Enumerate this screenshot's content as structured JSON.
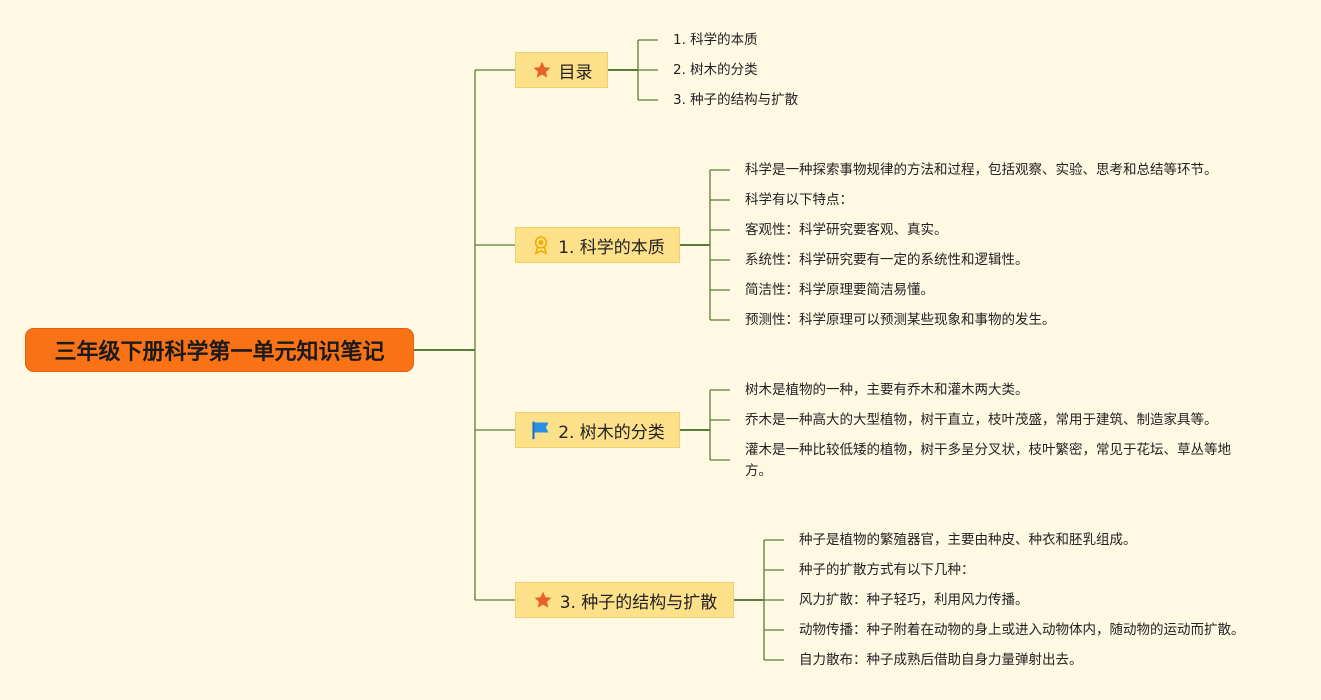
{
  "root": {
    "title": "三年级下册科学第一单元知识笔记"
  },
  "branches": [
    {
      "label": "目录",
      "icon": "star-icon",
      "leaves": [
        "1. 科学的本质",
        "2. 树木的分类",
        "3. 种子的结构与扩散"
      ]
    },
    {
      "label": "1. 科学的本质",
      "icon": "medal-icon",
      "leaves": [
        "科学是一种探索事物规律的方法和过程，包括观察、实验、思考和总结等环节。",
        "科学有以下特点：",
        "客观性：科学研究要客观、真实。",
        "系统性：科学研究要有一定的系统性和逻辑性。",
        "简洁性：科学原理要简洁易懂。",
        "预测性：科学原理可以预测某些现象和事物的发生。"
      ]
    },
    {
      "label": "2. 树木的分类",
      "icon": "flag-icon",
      "leaves": [
        "树木是植物的一种，主要有乔木和灌木两大类。",
        "乔木是一种高大的大型植物，树干直立，枝叶茂盛，常用于建筑、制造家具等。",
        "灌木是一种比较低矮的植物，树干多呈分叉状，枝叶繁密，常见于花坛、草丛等地方。"
      ]
    },
    {
      "label": "3. 种子的结构与扩散",
      "icon": "star-icon",
      "leaves": [
        "种子是植物的繁殖器官，主要由种皮、种衣和胚乳组成。",
        "种子的扩散方式有以下几种：",
        "风力扩散：种子轻巧，利用风力传播。",
        "动物传播：种子附着在动物的身上或进入动物体内，随动物的运动而扩散。",
        "自力散布：种子成熟后借助自身力量弹射出去。"
      ]
    }
  ],
  "colors": {
    "line": "#5a7d3a",
    "root": "#f97316",
    "branch": "#fde08a",
    "background": "#fff8e3"
  }
}
